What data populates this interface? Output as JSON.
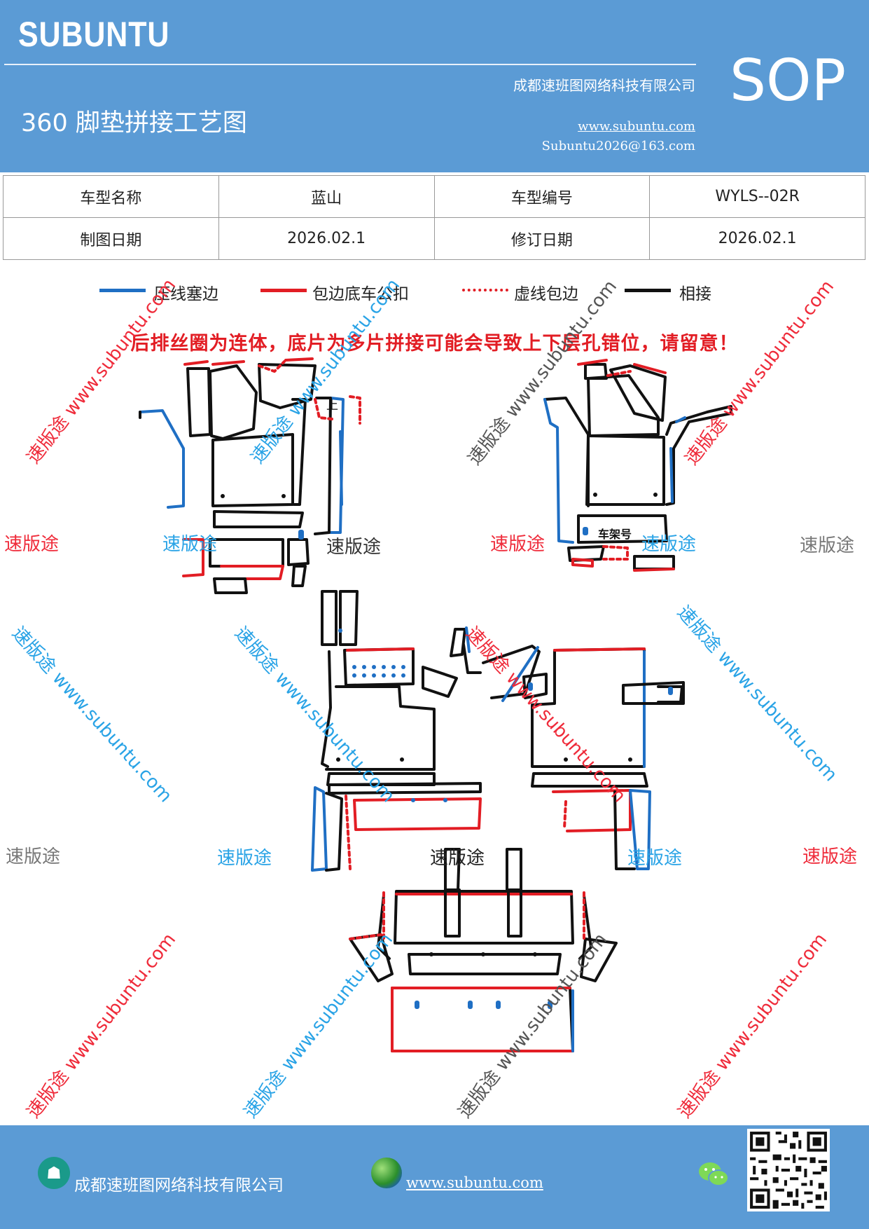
{
  "header": {
    "brand": "SUBUNTU",
    "company": "成都速班图网络科技有限公司",
    "title": "360 脚垫拼接工艺图",
    "website": "www.subuntu.com",
    "email": "Subuntu2026@163.com",
    "doc_type": "SOP"
  },
  "info_table": {
    "rows": [
      [
        "车型名称",
        "蓝山",
        "车型编号",
        "WYLS--02R"
      ],
      [
        "制图日期",
        "2026.02.1",
        "修订日期",
        "2026.02.1"
      ]
    ]
  },
  "legend": [
    {
      "label": "压线塞边",
      "color": "#1f6fc4",
      "style": "solid"
    },
    {
      "label": "包边底车公扣",
      "color": "#e21d24",
      "style": "solid"
    },
    {
      "label": "虚线包边",
      "color": "#e21d24",
      "style": "dotted"
    },
    {
      "label": "相接",
      "color": "#111111",
      "style": "solid"
    }
  ],
  "warning": "后排丝圈为连体，底片为多片拼接可能会导致上下层孔错位，请留意！",
  "drawing_labels": {
    "top_mark": "上",
    "frame_number": "车架号"
  },
  "watermarks": {
    "short": "速版途",
    "long": "速版途 www.subuntu.com",
    "url": "www.subuntu.com"
  },
  "colors": {
    "header_bg": "#5b9bd5",
    "warning": "#e21d24",
    "line_blue": "#1f6fc4",
    "line_red": "#e21d24",
    "line_black": "#111111",
    "wm_blue": "#29a3e6",
    "wm_red": "#ef2b3a",
    "wm_gray": "#777777"
  },
  "footer": {
    "company": "成都速班图网络科技有限公司",
    "website": "www.subuntu.com",
    "icons": [
      "company-icon",
      "globe-icon",
      "wechat-icon",
      "qr-code"
    ]
  }
}
